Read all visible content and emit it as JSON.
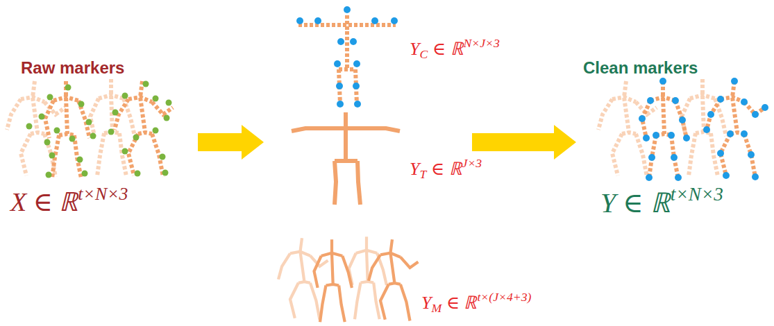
{
  "diagram": {
    "nodes": [
      {
        "text": [
          "Raw markers",
          "X ∈ ℝt×N×3"
        ]
      },
      {
        "text": [
          "YC ∈ ℝN×J×3"
        ]
      },
      {
        "text": [
          "YT ∈ ℝJ×3"
        ]
      },
      {
        "text": [
          "YM ∈ ℝt×(J×4+3)"
        ]
      },
      {
        "text": [
          "Clean markers",
          "Y ∈ ℝt×N×3"
        ]
      }
    ],
    "edges": [
      {
        "from": 0,
        "to": 2,
        "arrow": "to"
      },
      {
        "from": 2,
        "to": 4,
        "arrow": "to"
      }
    ]
  }
}
